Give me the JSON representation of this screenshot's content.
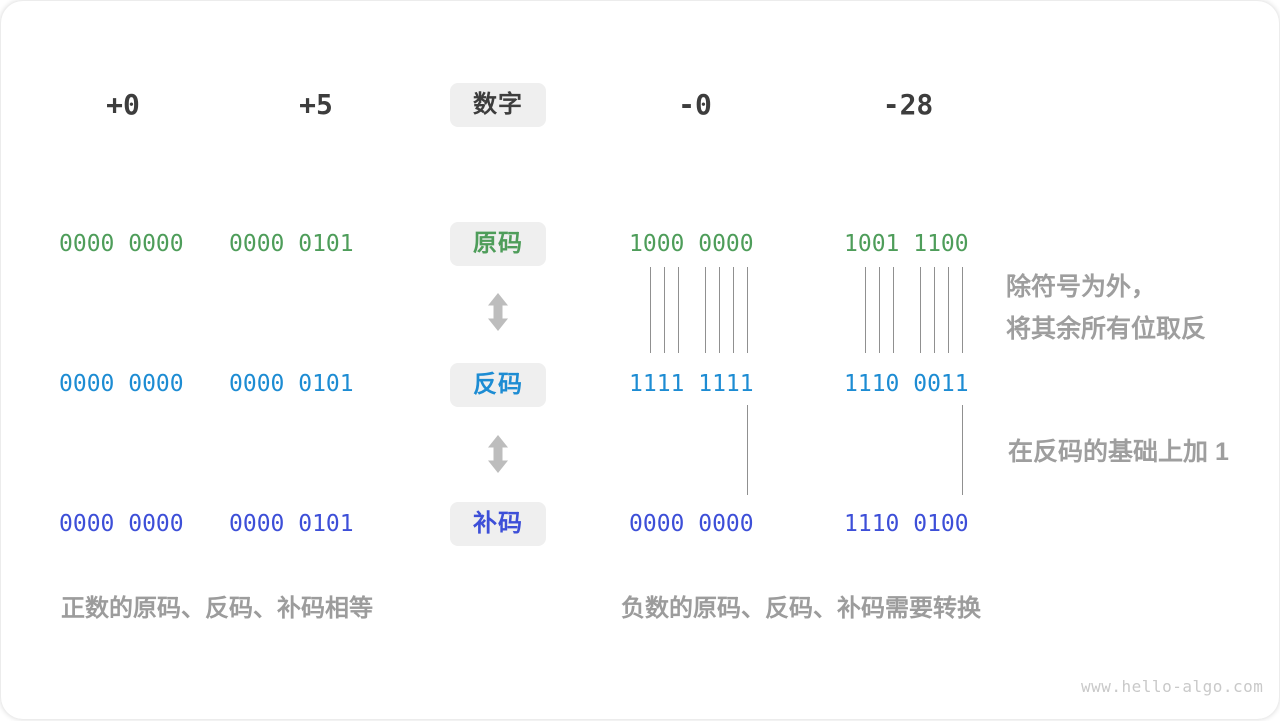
{
  "header": {
    "positive_zero": "+0",
    "positive_five": "+5",
    "label": "数字",
    "negative_zero": "-0",
    "negative_twenty_eight": "-28"
  },
  "rows": [
    {
      "label": "原码",
      "name": "sign-magnitude",
      "color": "#4E9D5A",
      "values": [
        "0000 0000",
        "0000 0101",
        "1000 0000",
        "1001 1100"
      ]
    },
    {
      "label": "反码",
      "name": "ones-complement",
      "color": "#1D8CD3",
      "values": [
        "0000 0000",
        "0000 0101",
        "1111 1111",
        "1110 0011"
      ]
    },
    {
      "label": "补码",
      "name": "twos-complement",
      "color": "#3D4FD8",
      "values": [
        "0000 0000",
        "0000 0101",
        "0000 0000",
        "1110 0100"
      ]
    }
  ],
  "annotations": {
    "invert_line1": "除符号为外，",
    "invert_line2": "将其余所有位取反",
    "add_one": "在反码的基础上加 1"
  },
  "captions": {
    "left": "正数的原码、反码、补码相等",
    "right": "负数的原码、反码、补码需要转换"
  },
  "watermark": "www.hello-algo.com",
  "colors": {
    "box_bg": "#EFEFEF",
    "dark_text": "#3D3D3D",
    "gray_text": "#9E9E9E",
    "line": "#909090",
    "arrow": "#BDBDBD"
  }
}
